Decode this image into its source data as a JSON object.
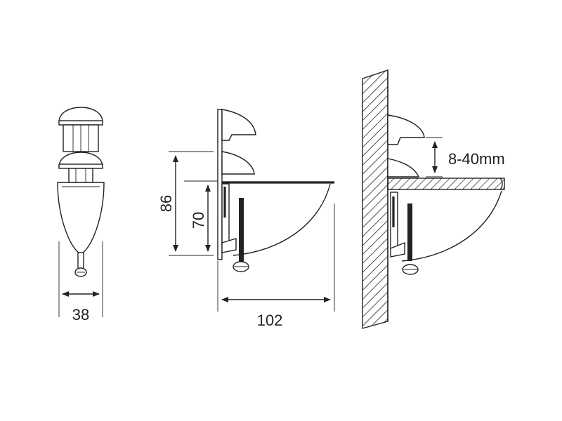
{
  "dimensions": {
    "width": "38",
    "height_total": "86",
    "height_inner": "70",
    "depth": "102",
    "glass_thickness": "8-40mm"
  },
  "colors": {
    "line": "#222222",
    "background": "#ffffff"
  }
}
